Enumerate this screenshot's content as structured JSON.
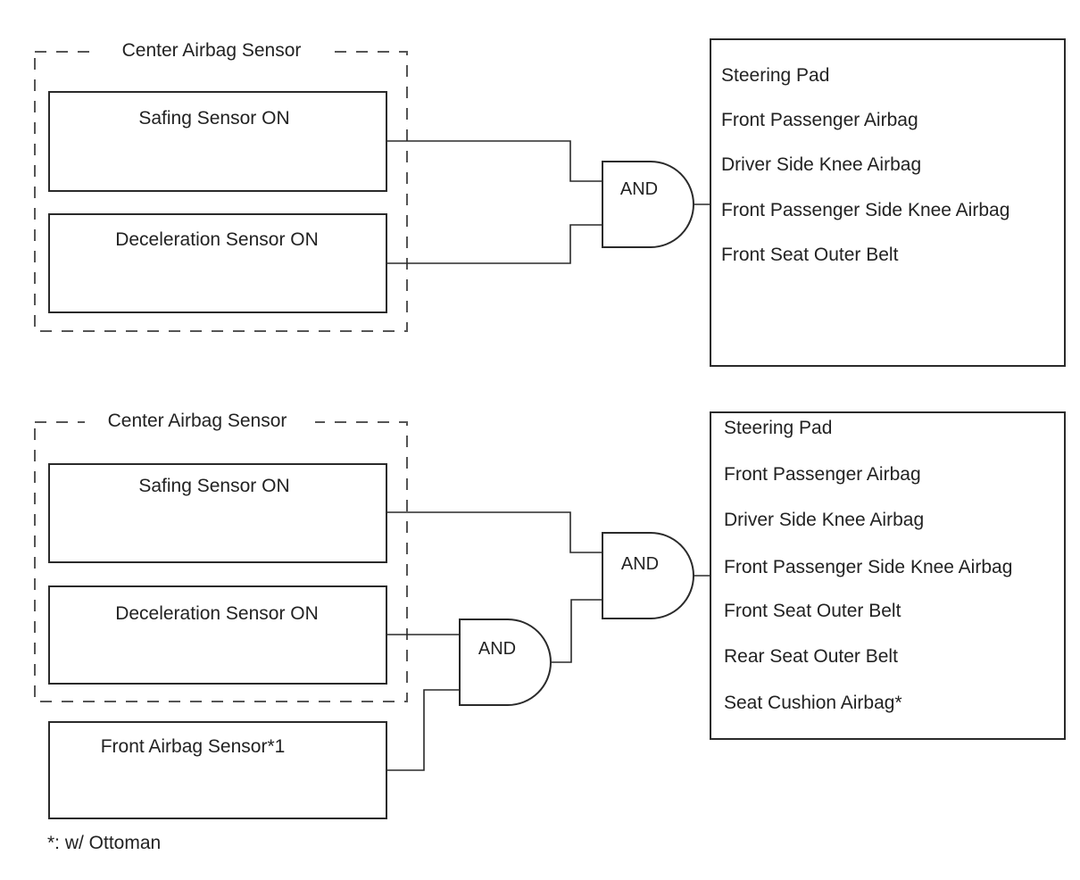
{
  "diagram1": {
    "group_label": "Center Airbag Sensor",
    "inputs": [
      "Safing Sensor ON",
      "Deceleration Sensor ON"
    ],
    "gate": "AND",
    "outputs": [
      "Steering Pad",
      "Front Passenger Airbag",
      "Driver Side Knee Airbag",
      "Front Passenger Side Knee Airbag",
      "Front Seat Outer Belt"
    ]
  },
  "diagram2": {
    "group_label": "Center Airbag Sensor",
    "inputs": [
      "Safing Sensor ON",
      "Deceleration Sensor ON"
    ],
    "external_input": "Front Airbag Sensor*1",
    "gate_inner": "AND",
    "gate_outer": "AND",
    "outputs": [
      "Steering Pad",
      "Front Passenger Airbag",
      "Driver Side Knee Airbag",
      "Front Passenger Side Knee Airbag",
      "Front Seat Outer Belt",
      "Rear Seat Outer Belt",
      "Seat Cushion Airbag*"
    ]
  },
  "footnote": "*: w/ Ottoman"
}
